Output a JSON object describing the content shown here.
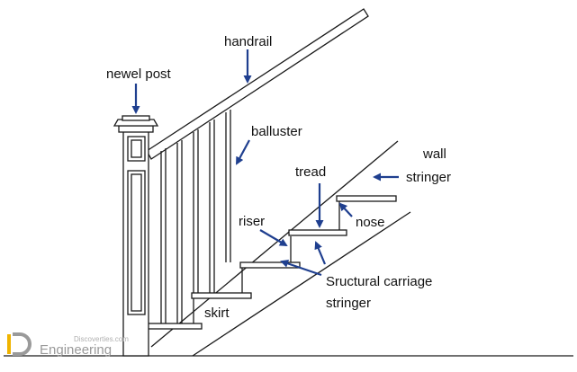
{
  "diagram": {
    "labels": {
      "handrail": "handrail",
      "newel_post": "newel post",
      "balluster": "balluster",
      "tread": "tread",
      "wall_stringer_line1": "wall",
      "wall_stringer_line2": "stringer",
      "riser": "riser",
      "nose": "nose",
      "carriage_line1": "Sructural carriage",
      "carriage_line2": "stringer",
      "skirt": "skirt"
    },
    "colors": {
      "line": "#1a1a1a",
      "arrow": "#1f3f8f",
      "logo_accent": "#f0b400",
      "watermark": "#9a9a9a"
    }
  },
  "watermark": {
    "brand": "Engineering",
    "url": "Discoverties.com",
    "logo_letter": "D"
  }
}
